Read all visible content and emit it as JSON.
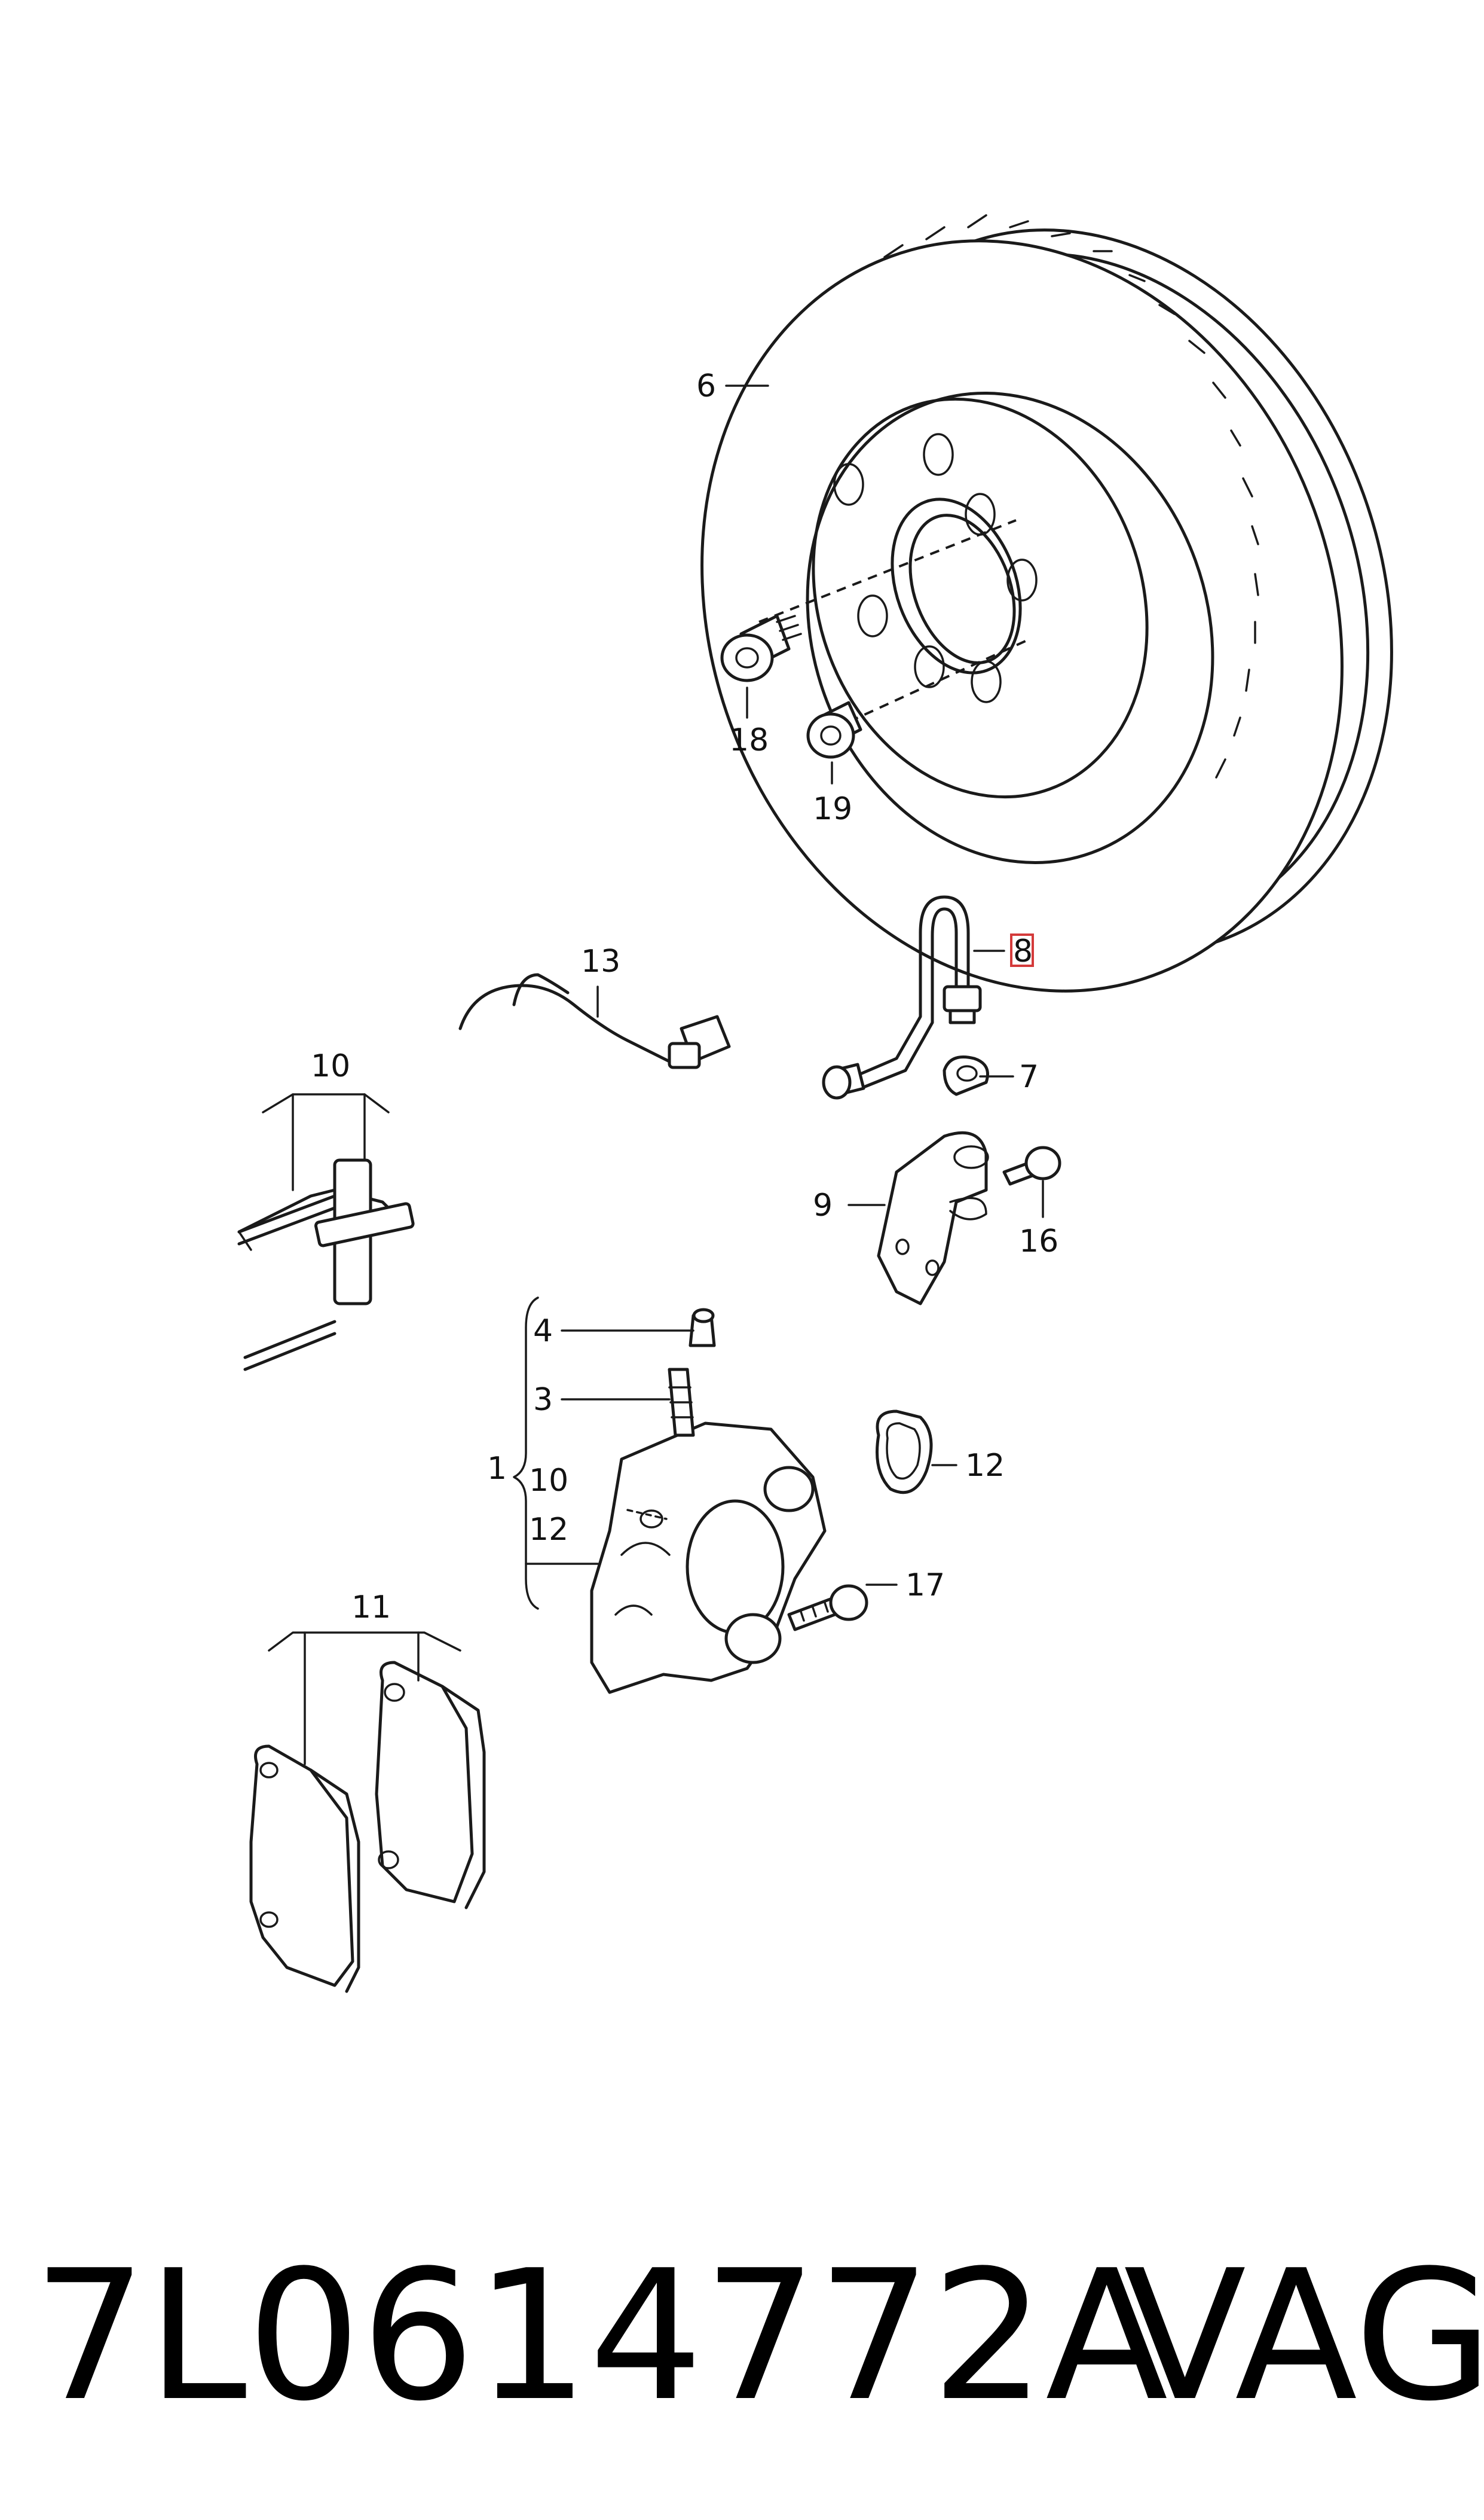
{
  "diagram": {
    "part_number": "7L0614772A",
    "brand": "VAG",
    "callouts": {
      "c1": "1",
      "c3": "3",
      "c4": "4",
      "c6": "6",
      "c7": "7",
      "c8": "8",
      "c9": "9",
      "c10_group": "10",
      "c10_caliper": "10",
      "c11": "11",
      "c12_caliper": "12",
      "c12_ring": "12",
      "c13": "13",
      "c16": "16",
      "c17": "17",
      "c18": "18",
      "c19": "19"
    },
    "highlight_color": "#d43a3a"
  }
}
